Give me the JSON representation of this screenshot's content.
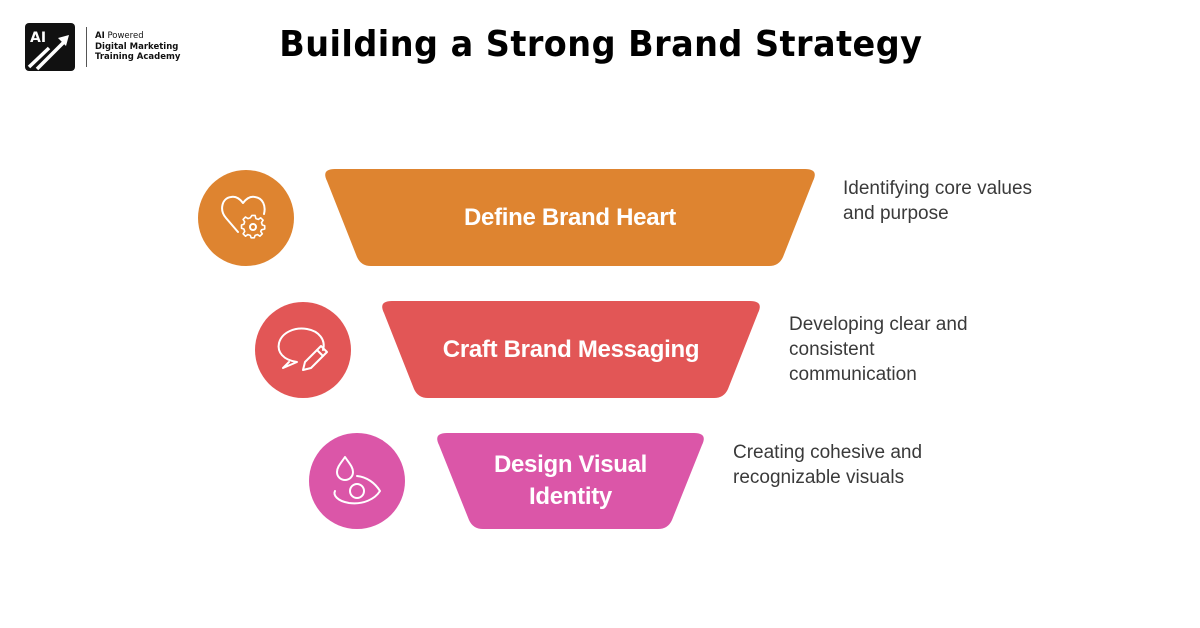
{
  "logo": {
    "mark_text": "AI",
    "line1_bold": "AI",
    "line1_rest": " Powered",
    "line2": "Digital Marketing",
    "line3": "Training Academy"
  },
  "title": "Building a Strong Brand Strategy",
  "colors": {
    "orange": "#DE8430",
    "red": "#E25656",
    "pink": "#DB56A8",
    "text": "#3a3a3a"
  },
  "steps": [
    {
      "label": "Define Brand Heart",
      "icon": "heart-gear-icon",
      "description_lines": [
        "Identifying core values",
        "and purpose"
      ]
    },
    {
      "label": "Craft Brand Messaging",
      "icon": "speech-bubble-pencil-icon",
      "description_lines": [
        "Developing clear and",
        "consistent",
        "communication"
      ]
    },
    {
      "label_lines": [
        "Design Visual",
        "Identity"
      ],
      "icon": "droplet-eye-icon",
      "description_lines": [
        "Creating cohesive and",
        "recognizable visuals"
      ]
    }
  ]
}
